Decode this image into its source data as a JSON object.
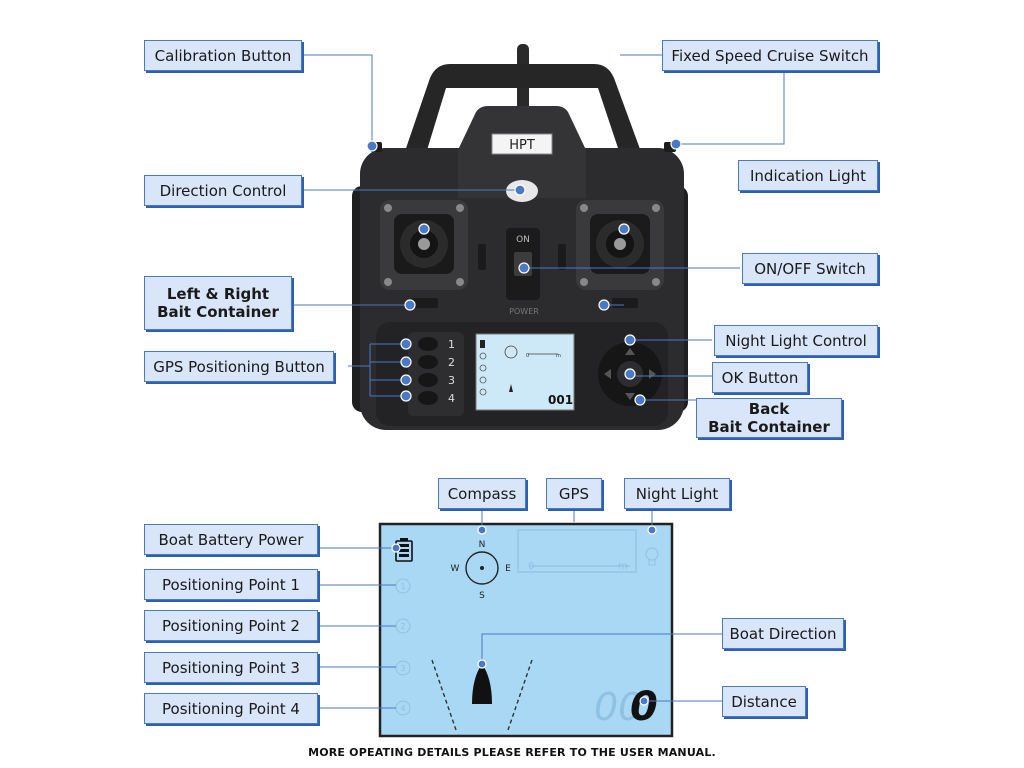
{
  "labels": {
    "calibration_button": "Calibration Button",
    "fixed_speed_cruise_switch": "Fixed Speed Cruise Switch",
    "indication_light": "Indication Light",
    "direction_control": "Direction Control",
    "on_off_switch": "ON/OFF Switch",
    "left_right_bait_line1": "Left & Right",
    "left_right_bait_line2": "Bait Container",
    "gps_positioning_button": "GPS Positioning Button",
    "night_light_control": "Night Light Control",
    "ok_button": "OK Button",
    "back_bait_line1": "Back",
    "back_bait_line2": "Bait Container",
    "compass": "Compass",
    "gps": "GPS",
    "night_light": "Night Light",
    "boat_battery_power": "Boat Battery Power",
    "positioning_point_1": "Positioning Point 1",
    "positioning_point_2": "Positioning Point 2",
    "positioning_point_3": "Positioning Point 3",
    "positioning_point_4": "Positioning Point 4",
    "boat_direction": "Boat Direction",
    "distance": "Distance"
  },
  "remote": {
    "brand": "HPT",
    "switch_on": "ON",
    "power_text": "POWER",
    "keypad_numbers": [
      "1",
      "2",
      "3",
      "4"
    ],
    "mini_distance": "001",
    "mini_scale": "0",
    "mini_scale_unit": "m"
  },
  "screen": {
    "compass_n": "N",
    "compass_s": "S",
    "compass_e": "E",
    "compass_w": "W",
    "gps_scale_zero": "0",
    "gps_scale_unit": "m",
    "distance_ghost": "00",
    "distance_value": "0",
    "point_numbers": [
      "1",
      "2",
      "3",
      "4"
    ]
  },
  "footer": "MORE OPEATING DETAILS PLEASE REFER TO THE USER MANUAL.",
  "colors": {
    "callout_fill": "#d9e5f8",
    "callout_border": "#4a79c6",
    "lcd_blue": "#a9d8f4",
    "remote_body": "#2c2c2e"
  }
}
